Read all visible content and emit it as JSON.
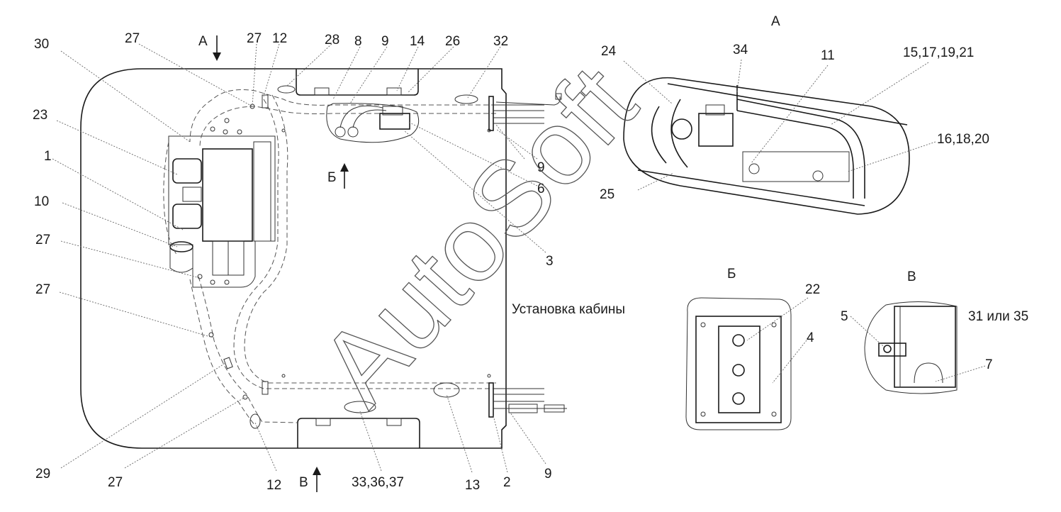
{
  "view_labels": {
    "a": "А",
    "b": "Б",
    "v": "В"
  },
  "main_view": {
    "caption": "Установка кабины",
    "callouts": {
      "c30": "30",
      "c27a": "27",
      "c27b": "27",
      "c12a": "12",
      "c28": "28",
      "c8": "8",
      "c9a": "9",
      "c14": "14",
      "c26": "26",
      "c32": "32",
      "c23": "23",
      "c1": "1",
      "c10": "10",
      "c27c": "27",
      "c27d": "27",
      "c9b": "9",
      "c6": "6",
      "c3": "3",
      "c29": "29",
      "c27e": "27",
      "c12b": "12",
      "c33": "33,36,37",
      "c13": "13",
      "c2": "2",
      "c9c": "9"
    }
  },
  "detail_a": {
    "callouts": {
      "c24": "24",
      "c34": "34",
      "c11": "11",
      "c15": "15,17,19,21",
      "c16": "16,18,20",
      "c25": "25"
    }
  },
  "detail_b": {
    "callouts": {
      "c22": "22",
      "c4": "4"
    }
  },
  "detail_v": {
    "callouts": {
      "c5": "5",
      "c31": "31 или 35",
      "c7": "7"
    }
  },
  "watermark": "AutoSoft"
}
